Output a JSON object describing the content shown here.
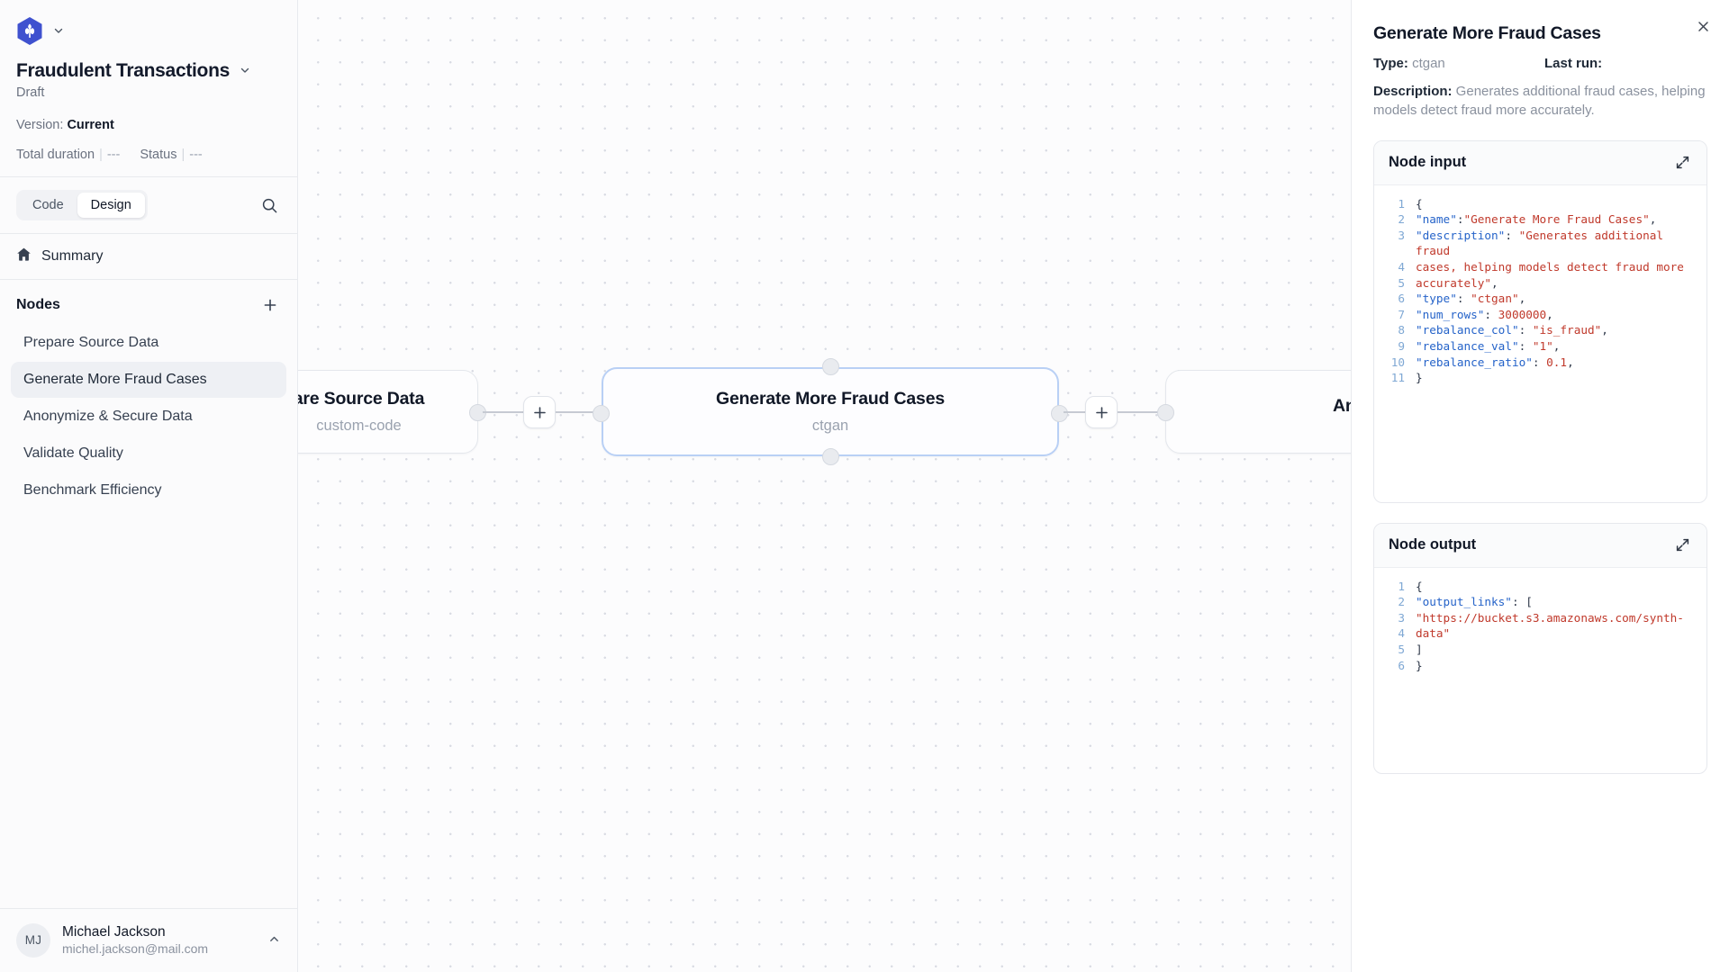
{
  "sidebar": {
    "logo_icon": "hexagon-logo-icon",
    "logo_chevron_icon": "chevron-down-icon",
    "project_title": "Fraudulent Transactions",
    "project_chevron_icon": "chevron-down-icon",
    "status_label": "Draft",
    "version_label": "Version:",
    "version_value": "Current",
    "total_duration_label": "Total duration",
    "total_duration_value": "---",
    "status_meta_label": "Status",
    "status_meta_value": "---",
    "segmented": {
      "code_label": "Code",
      "design_label": "Design",
      "active": "Design"
    },
    "search_icon": "search-icon",
    "summary": {
      "label": "Summary",
      "icon": "home-icon"
    },
    "nodes_header": {
      "title": "Nodes",
      "add_icon": "plus-icon"
    },
    "nodes": [
      {
        "label": "Prepare Source Data",
        "selected": false
      },
      {
        "label": "Generate More Fraud Cases",
        "selected": true
      },
      {
        "label": "Anonymize & Secure Data",
        "selected": false
      },
      {
        "label": "Validate Quality",
        "selected": false
      },
      {
        "label": "Benchmark Efficiency",
        "selected": false
      }
    ],
    "user": {
      "initials": "MJ",
      "name": "Michael Jackson",
      "email": "michel.jackson@mail.com",
      "chevron_icon": "chevron-up-icon"
    }
  },
  "canvas": {
    "nodes": [
      {
        "title": "are Source Data",
        "subtitle": "custom-code",
        "selected": false
      },
      {
        "title": "Generate More Fraud Cases",
        "subtitle": "ctgan",
        "selected": true
      },
      {
        "title": "An",
        "subtitle": "",
        "selected": false
      }
    ],
    "add_node_icon": "plus-icon",
    "add_node_label": "+",
    "selected_border_color": "#b9d0f5"
  },
  "panel": {
    "close_icon": "close-icon",
    "title": "Generate More Fraud Cases",
    "type_label": "Type:",
    "type_value": "ctgan",
    "last_run_label": "Last run:",
    "last_run_value": "",
    "description_label": "Description:",
    "description_value": " Generates additional fraud cases, helping models detect fraud more accurately.",
    "input_card": {
      "title": "Node input",
      "expand_icon": "expand-icon",
      "lines": [
        {
          "n": "1",
          "segments": [
            {
              "t": "{",
              "c": "pun"
            }
          ]
        },
        {
          "n": "2",
          "segments": [
            {
              "t": "\"name\"",
              "c": "key"
            },
            {
              "t": ":",
              "c": "pun"
            },
            {
              "t": "\"Generate More Fraud Cases\"",
              "c": "str"
            },
            {
              "t": ",",
              "c": "pun"
            }
          ]
        },
        {
          "n": "3",
          "segments": [
            {
              "t": "\"description\"",
              "c": "key"
            },
            {
              "t": ": ",
              "c": "pun"
            },
            {
              "t": "\"Generates additional fraud",
              "c": "str"
            }
          ]
        },
        {
          "n": "4",
          "segments": [
            {
              "t": "cases, helping models detect fraud more",
              "c": "str"
            }
          ]
        },
        {
          "n": "5",
          "segments": [
            {
              "t": "accurately\"",
              "c": "str"
            },
            {
              "t": ",",
              "c": "pun"
            }
          ]
        },
        {
          "n": "6",
          "segments": [
            {
              "t": "\"type\"",
              "c": "key"
            },
            {
              "t": ": ",
              "c": "pun"
            },
            {
              "t": "\"ctgan\"",
              "c": "str"
            },
            {
              "t": ",",
              "c": "pun"
            }
          ]
        },
        {
          "n": "7",
          "segments": [
            {
              "t": "\"num_rows\"",
              "c": "key"
            },
            {
              "t": ": ",
              "c": "pun"
            },
            {
              "t": "3000000",
              "c": "num"
            },
            {
              "t": ",",
              "c": "pun"
            }
          ]
        },
        {
          "n": "8",
          "segments": [
            {
              "t": "\"rebalance_col\"",
              "c": "key"
            },
            {
              "t": ": ",
              "c": "pun"
            },
            {
              "t": "\"is_fraud\"",
              "c": "str"
            },
            {
              "t": ",",
              "c": "pun"
            }
          ]
        },
        {
          "n": "9",
          "segments": [
            {
              "t": "\"rebalance_val\"",
              "c": "key"
            },
            {
              "t": ": ",
              "c": "pun"
            },
            {
              "t": "\"1\"",
              "c": "str"
            },
            {
              "t": ",",
              "c": "pun"
            }
          ]
        },
        {
          "n": "10",
          "segments": [
            {
              "t": "\"rebalance_ratio\"",
              "c": "key"
            },
            {
              "t": ": ",
              "c": "pun"
            },
            {
              "t": "0.1",
              "c": "num"
            },
            {
              "t": ",",
              "c": "pun"
            }
          ]
        },
        {
          "n": "11",
          "segments": [
            {
              "t": "}",
              "c": "pun"
            }
          ]
        }
      ]
    },
    "output_card": {
      "title": "Node output",
      "expand_icon": "expand-icon",
      "lines": [
        {
          "n": "1",
          "segments": [
            {
              "t": "{",
              "c": "pun"
            }
          ]
        },
        {
          "n": "2",
          "segments": [
            {
              "t": "\"output_links\"",
              "c": "key"
            },
            {
              "t": ": [",
              "c": "pun"
            }
          ]
        },
        {
          "n": "3",
          "segments": [
            {
              "t": "\"https://bucket.s3.amazonaws.com/synth-",
              "c": "str"
            }
          ]
        },
        {
          "n": "4",
          "segments": [
            {
              "t": "data\"",
              "c": "str"
            }
          ]
        },
        {
          "n": "5",
          "segments": [
            {
              "t": "]",
              "c": "pun"
            }
          ]
        },
        {
          "n": "6",
          "segments": [
            {
              "t": "}",
              "c": "pun"
            }
          ]
        }
      ]
    }
  },
  "colors": {
    "brand": "#3f51cf",
    "selected_node_border": "#b9d0f5",
    "sidebar_bg": "#fbfbfc",
    "canvas_bg": "#fcfcfd"
  }
}
